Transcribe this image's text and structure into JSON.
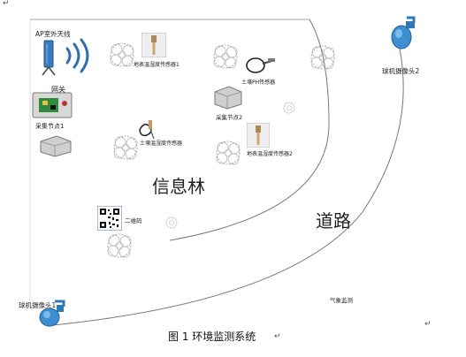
{
  "labels": {
    "ap_antenna": "AP室外天线",
    "gateway": "网关",
    "node1": "采集节点1",
    "node2": "采集节点2",
    "surface_temp1": "地表温湿度传感器1",
    "surface_temp2": "地表温湿度传感器2",
    "soil_ph": "土壤PH传感器",
    "soil_temp": "土壤温湿度传感器",
    "qrcode": "二维码",
    "forest": "信息林",
    "road": "道路",
    "camera1": "球机摄像头1",
    "camera2": "球机摄像头2",
    "weather": "气象监测"
  },
  "caption": "图 1  环境监测系统",
  "marks": {
    "return_arrow": "↵"
  }
}
